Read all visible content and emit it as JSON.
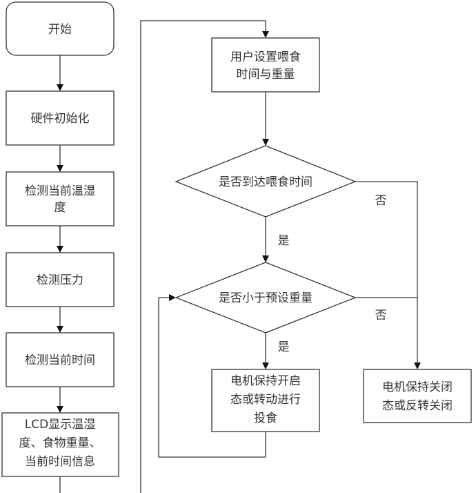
{
  "diagram": {
    "type": "flowchart",
    "nodes": {
      "start": {
        "label": "开始",
        "shape": "rounded-rect"
      },
      "hw_init": {
        "label": "硬件初始化",
        "shape": "rect"
      },
      "detect_temp_hum": {
        "lines": [
          "检测当前温湿",
          "度"
        ],
        "shape": "rect"
      },
      "detect_pressure": {
        "label": "检测压力",
        "shape": "rect"
      },
      "detect_time": {
        "label": "检测当前时间",
        "shape": "rect"
      },
      "lcd_display": {
        "lines": [
          "LCD显示温湿",
          "度、食物重量、",
          "当前时间信息"
        ],
        "shape": "rect"
      },
      "user_set": {
        "lines": [
          "用户设置喂食",
          "时间与重量"
        ],
        "shape": "rect"
      },
      "is_feed_time": {
        "label": "是否到达喂食时间",
        "shape": "diamond"
      },
      "below_weight": {
        "label": "是否小于预设重量",
        "shape": "diamond"
      },
      "motor_on": {
        "lines": [
          "电机保持开启",
          "态或转动进行",
          "投食"
        ],
        "shape": "rect"
      },
      "motor_off": {
        "lines": [
          "电机保持关闭",
          "态或反转关闭"
        ],
        "shape": "rect"
      }
    },
    "edge_labels": {
      "feed_time_no": "否",
      "feed_time_yes": "是",
      "weight_no": "否",
      "weight_yes": "是"
    },
    "edges": [
      {
        "from": "start",
        "to": "hw_init"
      },
      {
        "from": "hw_init",
        "to": "detect_temp_hum"
      },
      {
        "from": "detect_temp_hum",
        "to": "detect_pressure"
      },
      {
        "from": "detect_pressure",
        "to": "detect_time"
      },
      {
        "from": "detect_time",
        "to": "lcd_display"
      },
      {
        "from": "lcd_display",
        "to": "user_set"
      },
      {
        "from": "user_set",
        "to": "is_feed_time"
      },
      {
        "from": "is_feed_time",
        "to": "below_weight",
        "label": "是"
      },
      {
        "from": "is_feed_time",
        "to": "motor_off",
        "label": "否"
      },
      {
        "from": "below_weight",
        "to": "motor_on",
        "label": "是"
      },
      {
        "from": "below_weight",
        "to": "motor_off",
        "label": "否"
      },
      {
        "from": "motor_on",
        "to": "below_weight"
      }
    ],
    "colors": {
      "stroke": "#333333",
      "text": "#333333",
      "background": "#ffffff"
    }
  }
}
